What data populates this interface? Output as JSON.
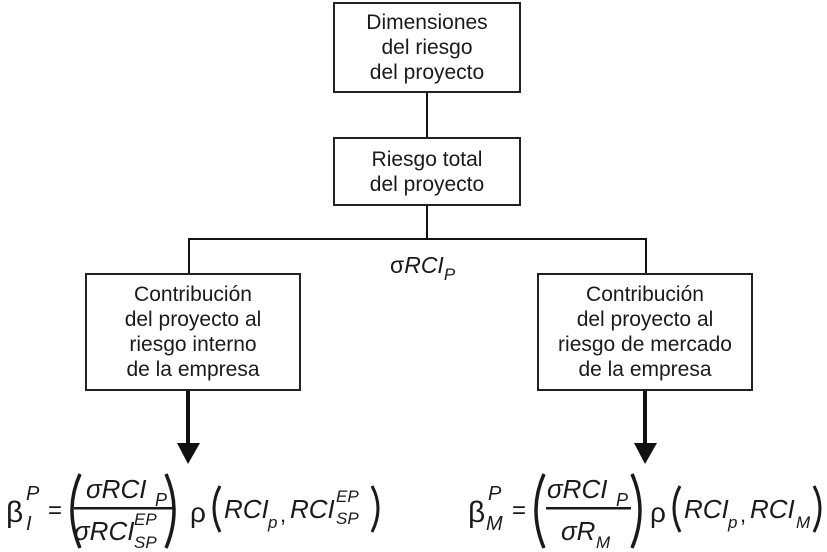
{
  "boxes": {
    "dimensions": {
      "lines": [
        "Dimensiones",
        "del riesgo",
        "del proyecto"
      ]
    },
    "total": {
      "lines": [
        "Riesgo total",
        "del proyecto"
      ]
    },
    "internal": {
      "lines": [
        "Contribución",
        "del proyecto al",
        "riesgo interno",
        "de la empresa"
      ]
    },
    "market": {
      "lines": [
        "Contribución",
        "del proyecto al",
        "riesgo de mercado",
        "de la empresa"
      ]
    }
  },
  "labels": {
    "sigma_branch": {
      "sigma": "σ",
      "base": "RCI",
      "sub": "P"
    }
  },
  "formulas": {
    "internal": {
      "beta": "β",
      "beta_sup": "P",
      "beta_sub": "I",
      "equals": "=",
      "num": "σRCI",
      "num_sub": "P",
      "den": "σRCI",
      "den_sup": "EP",
      "den_sub": "SP",
      "rho": "ρ",
      "arg1": "RCI",
      "arg1_sub": "p",
      "comma": ",",
      "arg2": "RCI",
      "arg2_sup": "EP",
      "arg2_sub": "SP"
    },
    "market": {
      "beta": "β",
      "beta_sup": "P",
      "beta_sub": "M",
      "equals": "=",
      "num": "σRCI",
      "num_sub": "P",
      "den": "σR",
      "den_sub": "M",
      "rho": "ρ",
      "arg1": "RCI",
      "arg1_sub": "p",
      "comma": ",",
      "arg2": "RCI",
      "arg2_sub": "M"
    }
  }
}
